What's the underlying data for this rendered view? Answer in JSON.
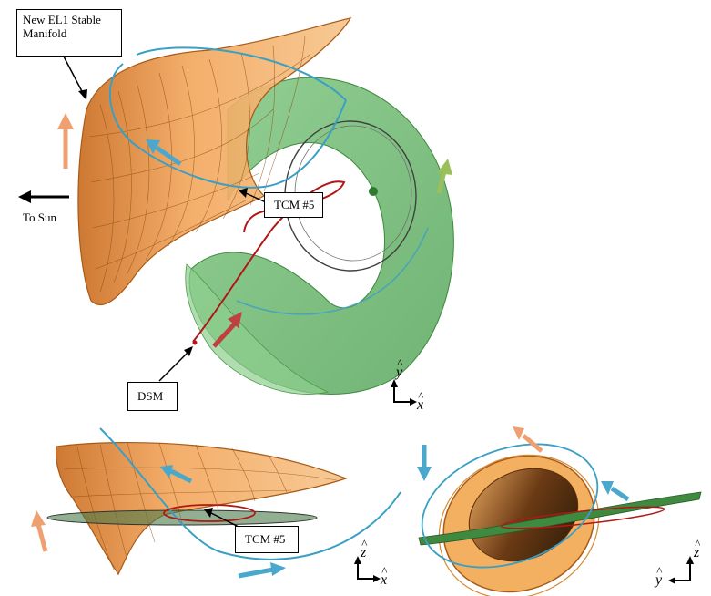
{
  "labels": {
    "manifold_line1": "New EL1 Stable",
    "manifold_line2": "Manifold",
    "to_sun": "To Sun",
    "tcm_top": "TCM #5",
    "dsm": "DSM",
    "tcm_bottom": "TCM #5"
  },
  "axes": {
    "top": {
      "vertical": "y",
      "horizontal": "x"
    },
    "bottom_left": {
      "vertical": "z",
      "horizontal": "x"
    },
    "bottom_right": {
      "vertical": "z",
      "horizontal": "y"
    },
    "hat": "^"
  },
  "colors": {
    "orange_surface": "#f0a050",
    "orange_dark": "#b8651c",
    "green_surface": "#5cae5c",
    "trajectory_red": "#b01818",
    "trajectory_blue": "#3a9fc4",
    "arrow_orange": "#f0a070",
    "arrow_green": "#9bbf5a",
    "arrow_blue": "#4aa8cc",
    "arrow_red": "#c04040"
  }
}
